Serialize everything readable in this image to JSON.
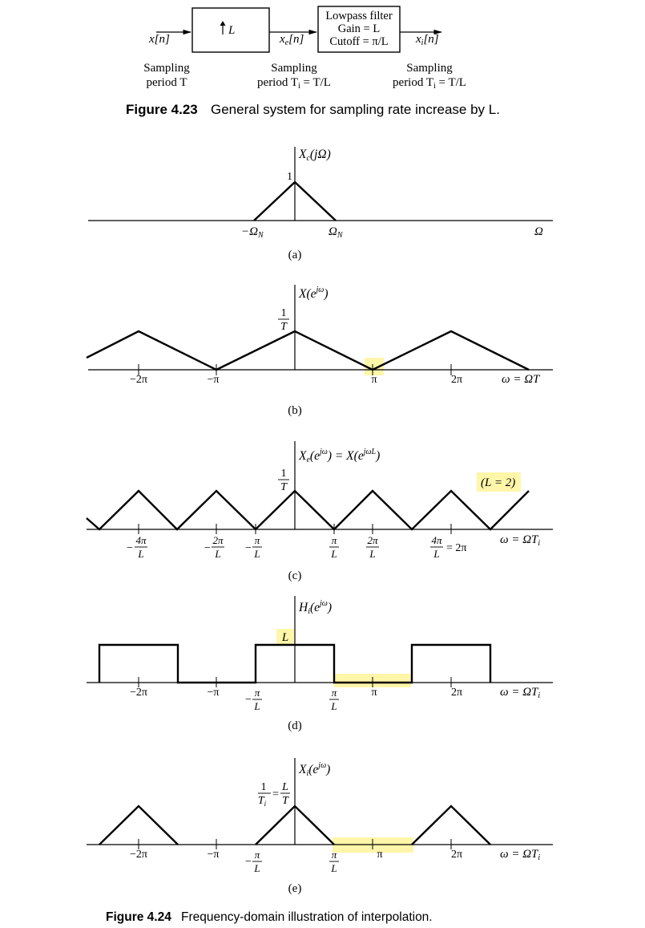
{
  "fig423": {
    "in_signal": "x[n]",
    "upsampler": "L",
    "mid_signal": "x",
    "mid_sub": "e",
    "mid_arg": "[n]",
    "lpf_line1": "Lowpass filter",
    "lpf_line2": "Gain = L",
    "lpf_line3": "Cutoff = π/L",
    "out_signal": "x",
    "out_sub": "i",
    "out_arg": "[n]",
    "samp1_l1": "Sampling",
    "samp1_l2": "period T",
    "samp2_l1": "Sampling",
    "samp2_l2a": "period T",
    "samp2_sub": "i",
    "samp2_l2b": " = T/L",
    "samp3_l1": "Sampling",
    "samp3_l2a": "period T",
    "samp3_sub": "i",
    "samp3_l2b": " = T/L",
    "caption_num": "Figure 4.23",
    "caption_text": "General system for sampling rate increase by L."
  },
  "fig424": {
    "a": {
      "title_x": "X",
      "title_sub": "c",
      "title_arg": "(jΩ)",
      "peak": "1",
      "neg_omega": "−Ω",
      "pos_omega": "Ω",
      "omega_sub": "N",
      "axis": "Ω",
      "panel": "(a)"
    },
    "b": {
      "title": "X(e",
      "title_exp": "jω",
      "title_close": ")",
      "height_num": "1",
      "height_den": "T",
      "t_m2pi": "−2π",
      "t_mpi": "−π",
      "t_pi": "π",
      "t_2pi": "2π",
      "axis": "ω = ΩT",
      "panel": "(b)"
    },
    "c": {
      "title_a": "X",
      "title_sub": "e",
      "title_b": "(e",
      "title_exp": "jω",
      "title_c": ") = X(e",
      "title_exp2": "jωL",
      "title_d": ")",
      "height_num": "1",
      "height_den": "T",
      "note": "(L = 2)",
      "t1_num": "4π",
      "t1_den": "L",
      "t2_num": "2π",
      "t2_den": "L",
      "t3_num": "π",
      "t3_den": "L",
      "t4_num": "π",
      "t4_den": "L",
      "t5_num": "2π",
      "t5_den": "L",
      "t6_num": "4π",
      "t6_den": "L",
      "t6_eq": "= 2π",
      "minus": "−",
      "axis": "ω = ΩT",
      "axis_sub": "i",
      "panel": "(c)"
    },
    "d": {
      "title_a": "H",
      "title_sub": "i",
      "title_b": "(e",
      "title_exp": "jω",
      "title_c": ")",
      "gain": "L",
      "t_m2pi": "−2π",
      "t_mpi": "−π",
      "t_pl_num": "π",
      "t_pl_den": "L",
      "t_pi": "π",
      "t_2pi": "2π",
      "minus": "−",
      "axis": "ω = ΩT",
      "axis_sub": "i",
      "panel": "(d)"
    },
    "e": {
      "title_a": "X",
      "title_sub": "i",
      "title_b": "(e",
      "title_exp": "jω",
      "title_c": ")",
      "h_num1": "1",
      "h_den1": "T",
      "h_den1_sub": "i",
      "h_eq": "=",
      "h_num2": "L",
      "h_den2": "T",
      "t_m2pi": "−2π",
      "t_mpi": "−π",
      "t_pl_num": "π",
      "t_pl_den": "L",
      "t_pi": "π",
      "t_2pi": "2π",
      "minus": "−",
      "axis": "ω = ΩT",
      "axis_sub": "i",
      "panel": "(e)"
    },
    "caption_num": "Figure 4.24",
    "caption_text": "Frequency-domain illustration of interpolation."
  }
}
